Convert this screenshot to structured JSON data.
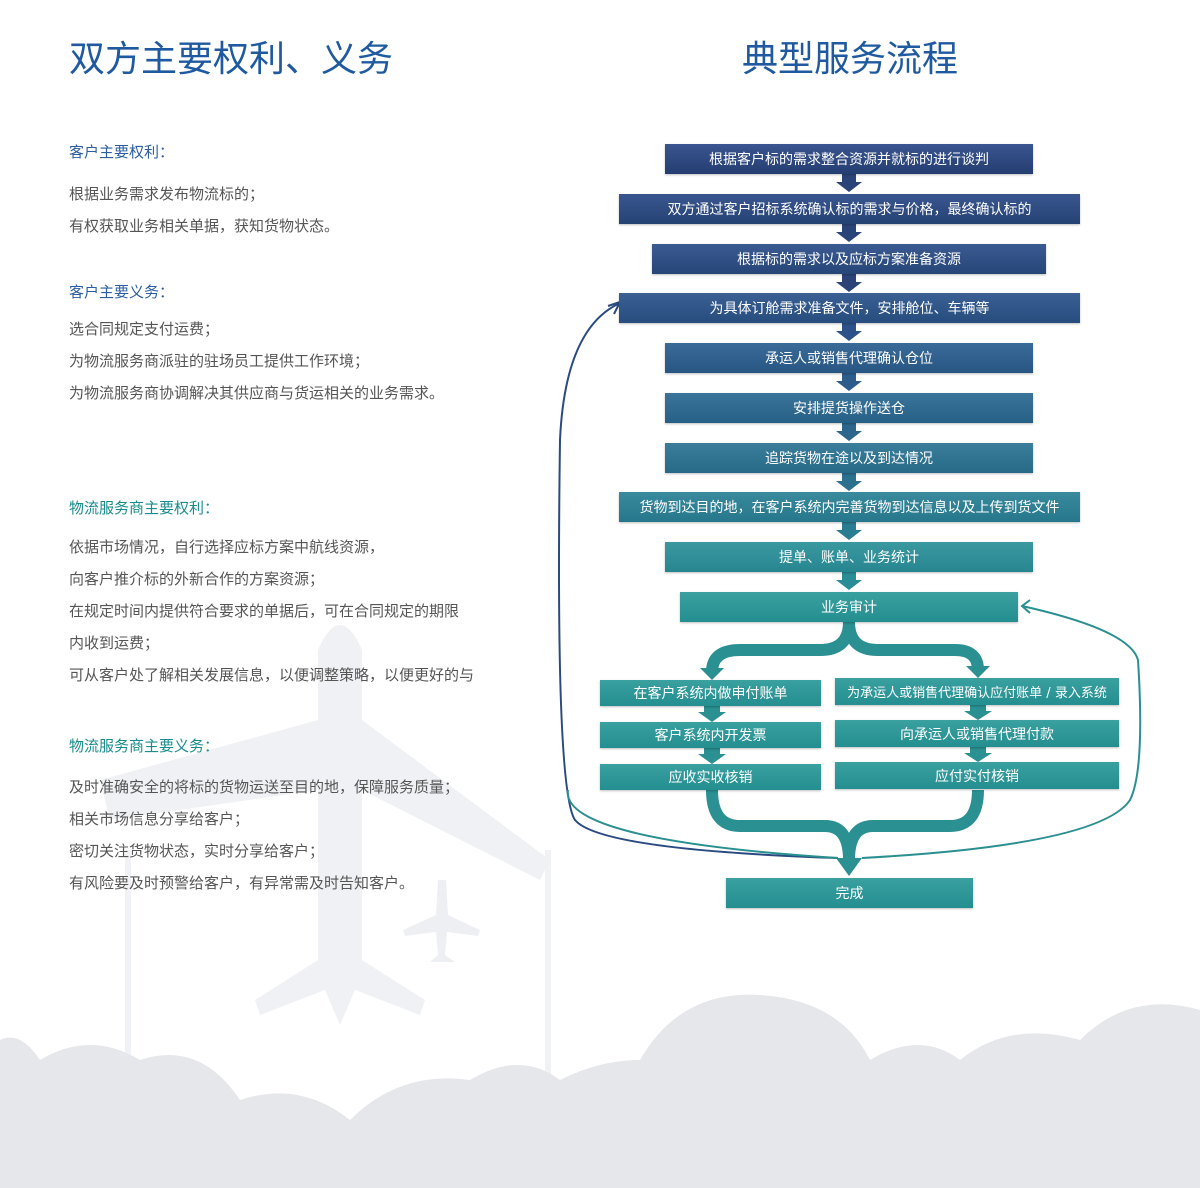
{
  "left": {
    "title": "双方主要权利、义务",
    "sections": [
      {
        "heading": "客户主要权利：",
        "lines": [
          "根据业务需求发布物流标的；",
          "有权获取业务相关单据，获知货物状态。"
        ]
      },
      {
        "heading": "客户主要义务：",
        "lines": [
          "选合同规定支付运费；",
          "为物流服务商派驻的驻场员工提供工作环境；",
          "为物流服务商协调解决其供应商与货运相关的业务需求。"
        ]
      },
      {
        "heading": "物流服务商主要权利：",
        "lines": [
          "依据市场情况，自行选择应标方案中航线资源，",
          "向客户推介标的外新合作的方案资源；",
          "在规定时间内提供符合要求的单据后，可在合同规定的期限",
          "内收到运费；",
          "可从客户处了解相关发展信息，以便调整策略，以便更好的与"
        ]
      },
      {
        "heading": "物流服务商主要义务：",
        "lines": [
          "及时准确安全的将标的货物运送至目的地，保障服务质量；",
          "相关市场信息分享给客户；",
          "密切关注货物状态，实时分享给客户；",
          "有风险要及时预警给客户，有异常需及时告知客户。"
        ]
      }
    ]
  },
  "right": {
    "title": "典型服务流程",
    "steps": [
      "根据客户标的需求整合资源并就标的进行谈判",
      "双方通过客户招标系统确认标的需求与价格，最终确认标的",
      "根据标的需求以及应标方案准备资源",
      "为具体订舱需求准备文件，安排舱位、车辆等",
      "承运人或销售代理确认仓位",
      "安排提货操作送仓",
      "追踪货物在途以及到达情况",
      "货物到达目的地，在客户系统内完善货物到达信息以及上传到货文件",
      "提单、账单、业务统计",
      "业务审计"
    ],
    "left_branch": [
      "在客户系统内做申付账单",
      "客户系统内开发票",
      "应收实收核销"
    ],
    "right_branch": [
      "为承运人或销售代理确认应付账单 / 录入系统",
      "向承运人或销售代理付款",
      "应付实付核销"
    ],
    "final": "完成"
  },
  "colors": {
    "navy": "#2b4478",
    "teal": "#2a9896",
    "title": "#1f5aa0"
  }
}
